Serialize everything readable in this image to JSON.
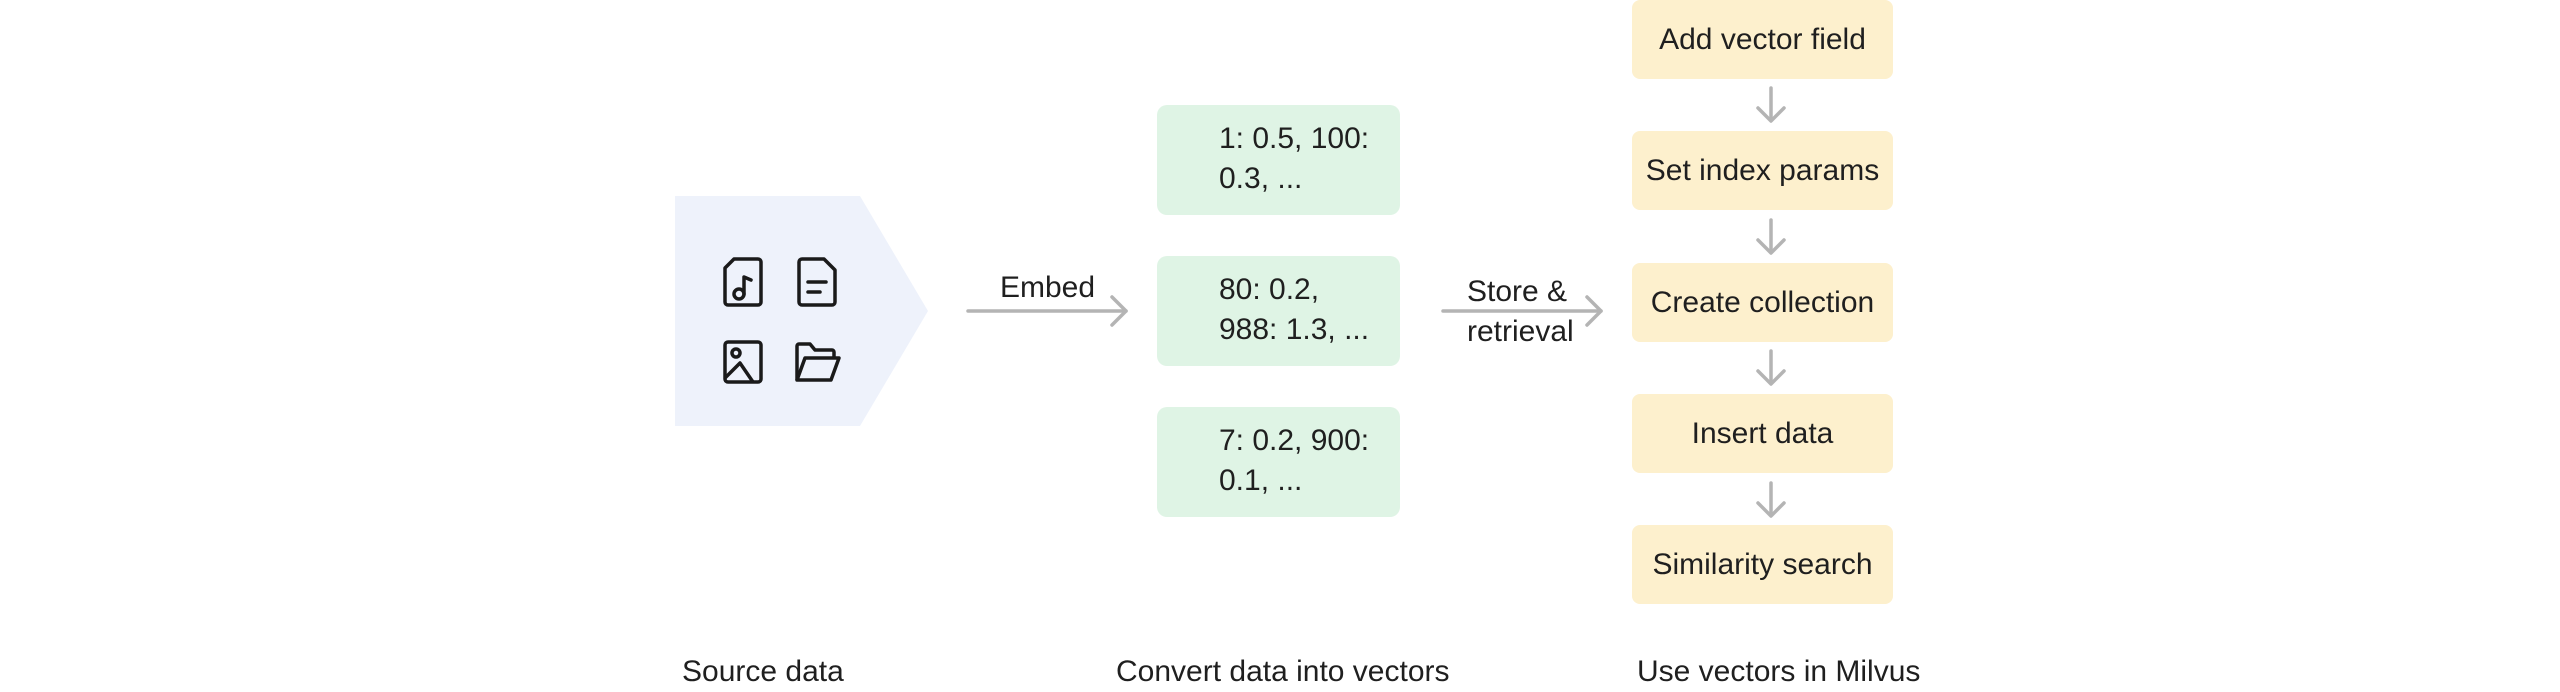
{
  "source": {
    "caption": "Source data",
    "icons": [
      "audio-file-icon",
      "document-file-icon",
      "image-icon",
      "folder-open-icon"
    ]
  },
  "embed_label": "Embed",
  "vectors": {
    "caption": "Convert data into vectors",
    "items": [
      "1: 0.5, 100:\n 0.3, ...",
      "80: 0.2,\n988: 1.3, ...",
      "7: 0.2, 900:\n 0.1, ..."
    ]
  },
  "store_label": "Store &\nretrieval",
  "milvus": {
    "caption": "Use vectors in Milvus",
    "steps": [
      "Add vector field",
      "Set index params",
      "Create collection",
      "Insert data",
      "Similarity search"
    ]
  },
  "colors": {
    "source_bg": "#eef2fb",
    "vector_bg": "#dff4e5",
    "step_bg": "#fdf0cd",
    "arrow": "#b4b4b4"
  }
}
